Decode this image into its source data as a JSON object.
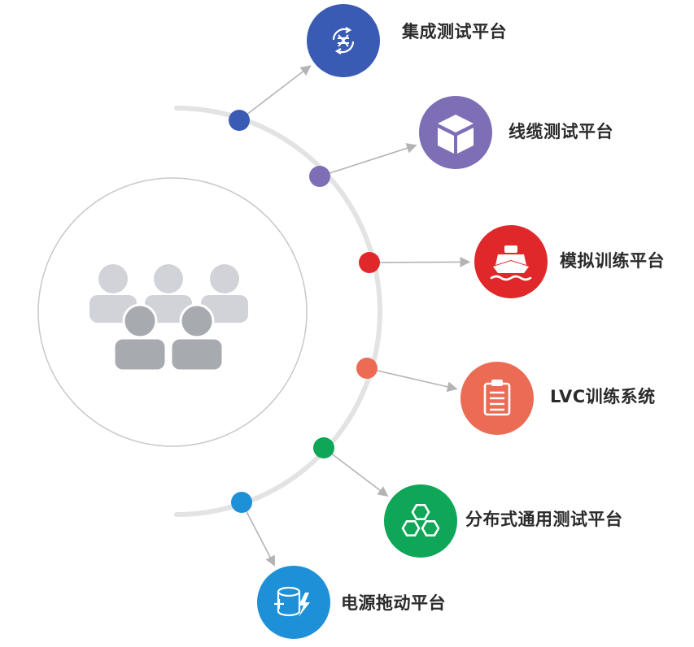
{
  "colors": {
    "arc": "#e3e3e3",
    "arrow": "#b4b4b4",
    "center_ring": "#c8c8c8",
    "people_back": "#d1d3d8",
    "people_front": "#a7abaf"
  },
  "platforms": [
    {
      "label": "集成测试平台",
      "color": "#3a5bb4",
      "icon": "integration-icon"
    },
    {
      "label": "线缆测试平台",
      "color": "#7d6eb6",
      "icon": "cube-icon"
    },
    {
      "label": "模拟训练平台",
      "color": "#e0282b",
      "icon": "ship-icon"
    },
    {
      "label": "LVC训练系统",
      "color": "#ec6b55",
      "icon": "clipboard-icon"
    },
    {
      "label": "分布式通用测试平台",
      "color": "#0fa657",
      "icon": "hexagons-icon"
    },
    {
      "label": "电源拖动平台",
      "color": "#1e90d8",
      "icon": "power-icon"
    }
  ]
}
